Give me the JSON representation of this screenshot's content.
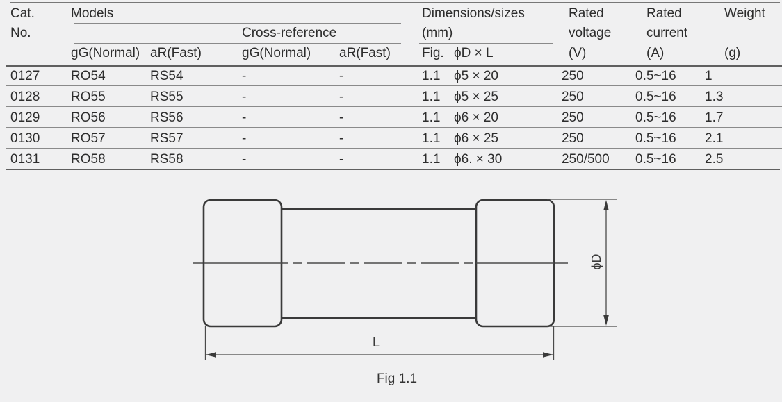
{
  "colors": {
    "background": "#f0f0f1",
    "text": "#2d2d2d",
    "rule_thin": "#8a8a8a",
    "rule_thick": "#5f5f5f",
    "drawing_stroke": "#3a3a3a"
  },
  "table": {
    "header": {
      "cat_line1": "Cat.",
      "cat_line2": "No.",
      "models": "Models",
      "cross_reference": "Cross-reference",
      "sub_gg1": "gG(Normal)",
      "sub_ar1": "aR(Fast)",
      "sub_gg2": "gG(Normal)",
      "sub_ar2": "aR(Fast)",
      "dims_line1": "Dimensions/sizes",
      "dims_line2": "(mm)",
      "fig": "Fig.",
      "dim": "ϕD × L",
      "voltage_line1": "Rated",
      "voltage_line2": "voltage",
      "voltage_unit": "(V)",
      "current_line1": "Rated",
      "current_line2": "current",
      "current_unit": "(A)",
      "weight": "Weight",
      "weight_unit": "(g)"
    },
    "rows": [
      {
        "cat": "0127",
        "gg": "RO54",
        "ar": "RS54",
        "xref_gg": "-",
        "xref_ar": "-",
        "fig": "1.1",
        "dim": "ϕ5 × 20",
        "voltage": "250",
        "current": "0.5~16",
        "weight": "1"
      },
      {
        "cat": "0128",
        "gg": "RO55",
        "ar": "RS55",
        "xref_gg": "-",
        "xref_ar": "-",
        "fig": "1.1",
        "dim": "ϕ5 × 25",
        "voltage": "250",
        "current": "0.5~16",
        "weight": "1.3"
      },
      {
        "cat": "0129",
        "gg": "RO56",
        "ar": "RS56",
        "xref_gg": "-",
        "xref_ar": "-",
        "fig": "1.1",
        "dim": "ϕ6 × 20",
        "voltage": "250",
        "current": "0.5~16",
        "weight": "1.7"
      },
      {
        "cat": "0130",
        "gg": "RO57",
        "ar": "RS57",
        "xref_gg": "-",
        "xref_ar": "-",
        "fig": "1.1",
        "dim": "ϕ6 × 25",
        "voltage": "250",
        "current": "0.5~16",
        "weight": "2.1"
      },
      {
        "cat": "0131",
        "gg": "RO58",
        "ar": "RS58",
        "xref_gg": "-",
        "xref_ar": "-",
        "fig": "1.1",
        "dim": "ϕ6. × 30",
        "voltage": "250/500",
        "current": "0.5~16",
        "weight": "2.5"
      }
    ]
  },
  "figure": {
    "phi_d_label": "ϕD",
    "l_label": "L",
    "caption": "Fig 1.1"
  }
}
